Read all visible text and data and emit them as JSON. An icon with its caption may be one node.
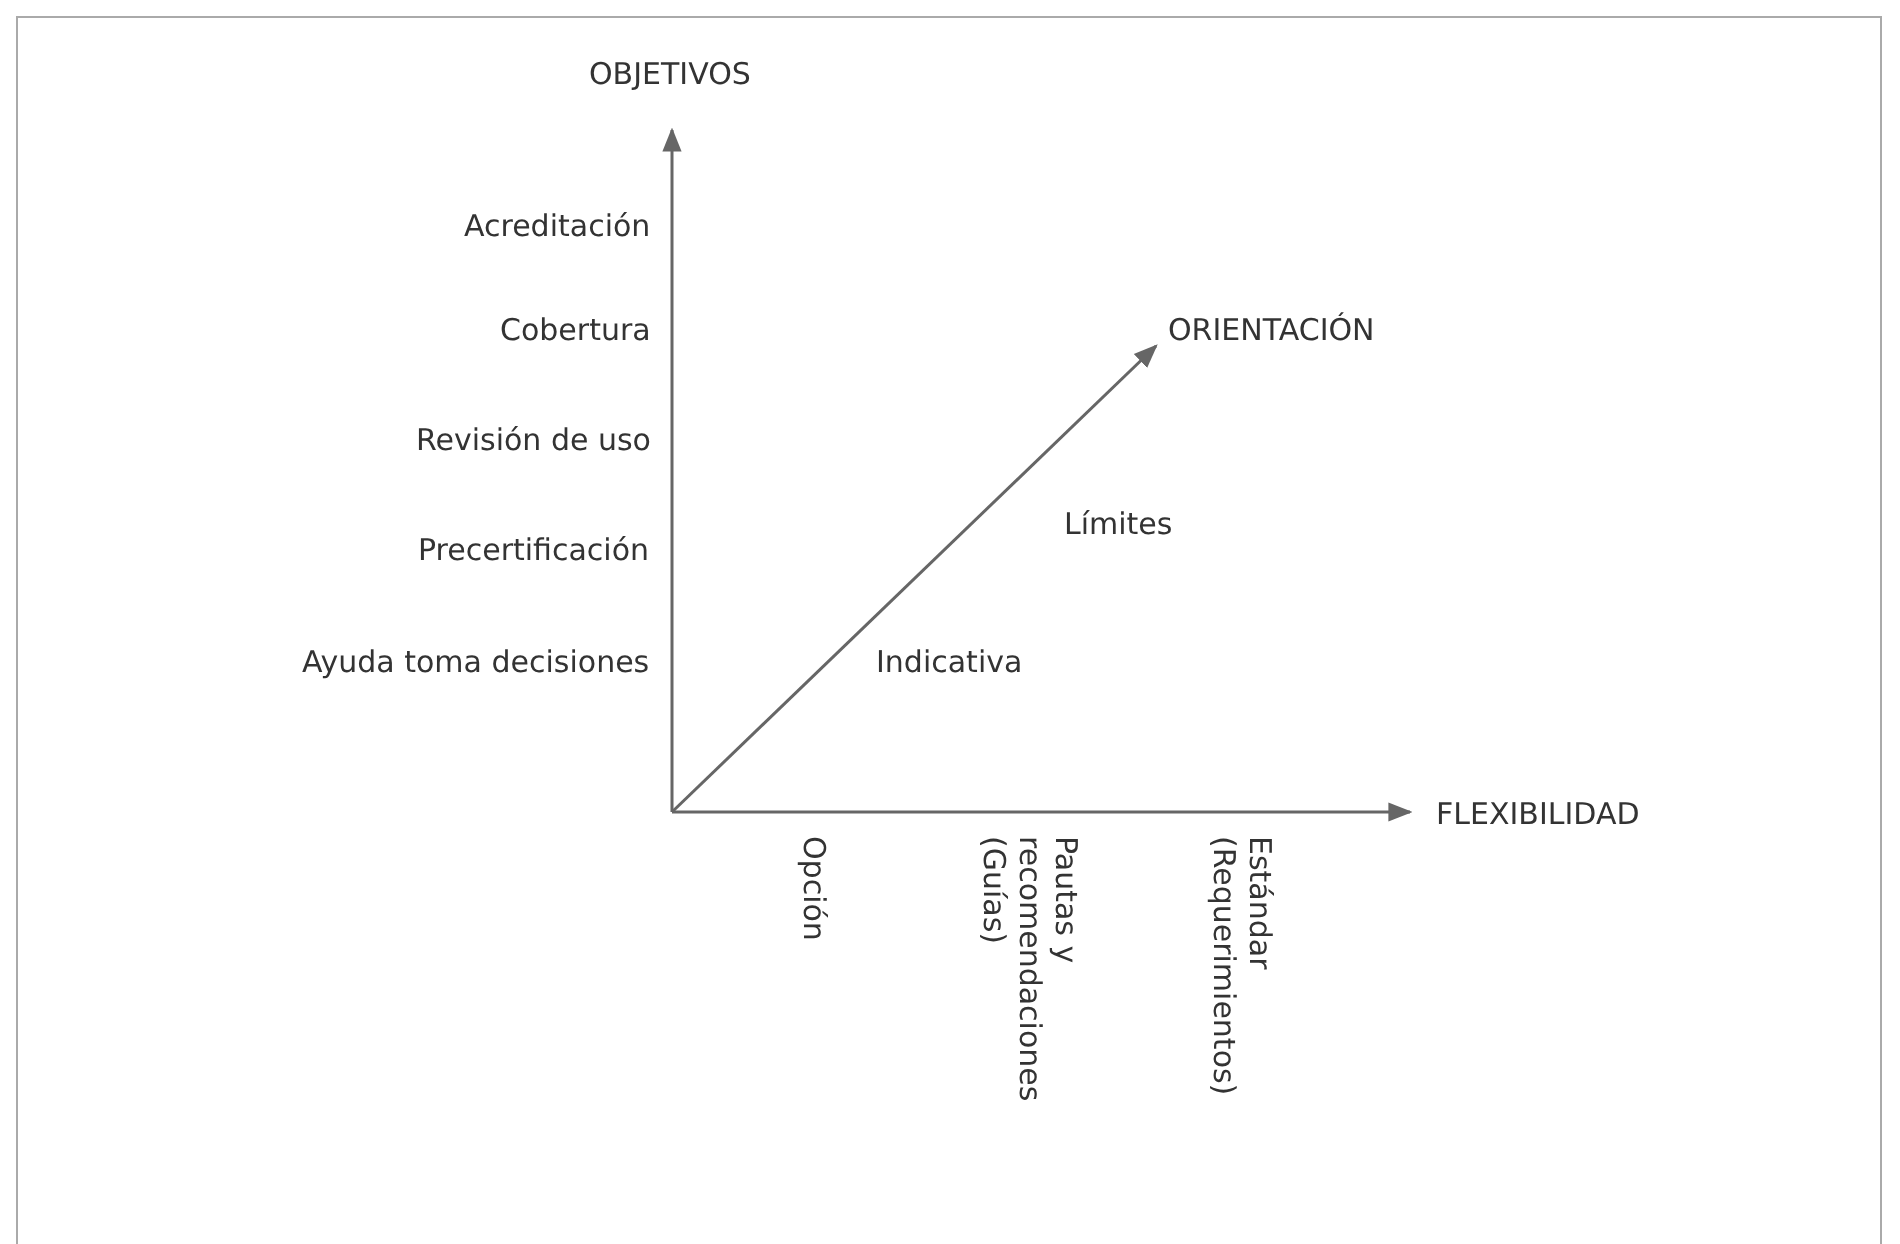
{
  "diagram": {
    "labels": [
      "OBJETIVOS",
      "Acreditación",
      "Cobertura",
      "ORIENTACIÓN",
      "Revisión de uso",
      "Límites",
      "Precertificación",
      "Ayuda toma decisiones",
      "Indicativa",
      "FLEXIBILIDAD",
      "Opción",
      "Pautas y recomendaciones (Guías)",
      "Estándar (Requerimientos)"
    ]
  }
}
